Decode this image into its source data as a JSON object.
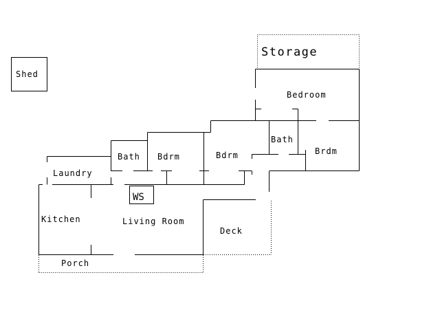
{
  "plan": {
    "rooms": {
      "shed": "Shed",
      "storage": "Storage",
      "bedroom": "Bedroom",
      "bath_right": "Bath",
      "brdm": "Brdm",
      "bdrm_middle": "Bdrm",
      "bdrm_left": "Bdrm",
      "bath_left": "Bath",
      "laundry": "Laundry",
      "ws": "WS",
      "kitchen": "Kitchen",
      "living_room": "Living Room",
      "deck": "Deck",
      "porch": "Porch"
    }
  }
}
